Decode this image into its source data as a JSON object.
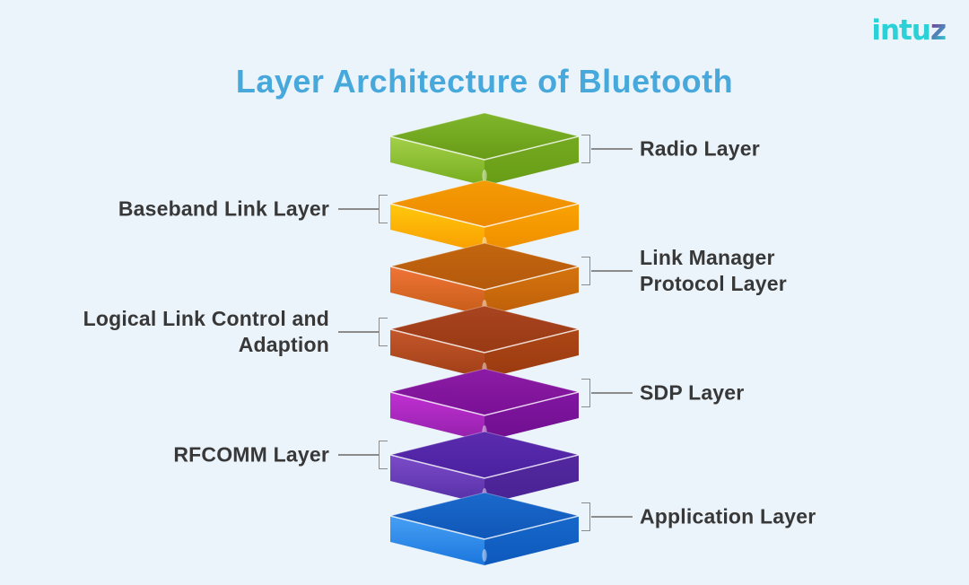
{
  "theme": {
    "bg": "#EBF4FB",
    "line": "#8B8B8B",
    "label": "#383838",
    "title": "#47A8DC",
    "logo_cyan": "#2BD1D6",
    "logo_purple": "#7B2E91"
  },
  "title": "Layer Architecture of Bluetooth",
  "logo": {
    "main": "intu",
    "accent": "z"
  },
  "layers": [
    {
      "name": "radio-layer",
      "label": "Radio Layer",
      "label_side": "right",
      "colors": {
        "top": [
          "#7FB62C",
          "#689B17"
        ],
        "left": [
          "#A3D14A",
          "#76AC1E"
        ],
        "right": [
          "#74AA20",
          "#689C16"
        ]
      }
    },
    {
      "name": "baseband-link-layer",
      "label": "Baseband Link Layer",
      "label_side": "left",
      "colors": {
        "top": [
          "#F49B04",
          "#EE8A00"
        ],
        "left": [
          "#FFC80D",
          "#F99C00"
        ],
        "right": [
          "#F9A201",
          "#EF8E00"
        ]
      }
    },
    {
      "name": "link-manager-protocol-layer",
      "label": "Link Manager Protocol Layer",
      "label_side": "right",
      "colors": {
        "top": [
          "#C4660F",
          "#B4590C"
        ],
        "left": [
          "#F07438",
          "#C55C16"
        ],
        "right": [
          "#D4740E",
          "#BE5F0A"
        ]
      }
    },
    {
      "name": "logical-link-control",
      "label": "Logical Link Control and Adaption",
      "label_side": "left",
      "colors": {
        "top": [
          "#A94420",
          "#983A14"
        ],
        "left": [
          "#C5572B",
          "#9F3E16"
        ],
        "right": [
          "#AC4616",
          "#9A3A10"
        ]
      }
    },
    {
      "name": "sdp-layer",
      "label": "SDP Layer",
      "label_side": "right",
      "colors": {
        "top": [
          "#8C1CA6",
          "#7A1095"
        ],
        "left": [
          "#C030D2",
          "#9320AA"
        ],
        "right": [
          "#8116A2",
          "#6F0E8E"
        ]
      }
    },
    {
      "name": "rfcomm-layer",
      "label": "RFCOMM Layer",
      "label_side": "left",
      "colors": {
        "top": [
          "#5B2CAE",
          "#4A21A0"
        ],
        "left": [
          "#7C4CC8",
          "#562EA6"
        ],
        "right": [
          "#54289F",
          "#482294"
        ]
      }
    },
    {
      "name": "application-layer",
      "label": "Application Layer",
      "label_side": "right",
      "colors": {
        "top": [
          "#1B69CC",
          "#0F57B8"
        ],
        "left": [
          "#47A0F4",
          "#1B76DE"
        ],
        "right": [
          "#1668CA",
          "#0E58BC"
        ]
      }
    }
  ]
}
